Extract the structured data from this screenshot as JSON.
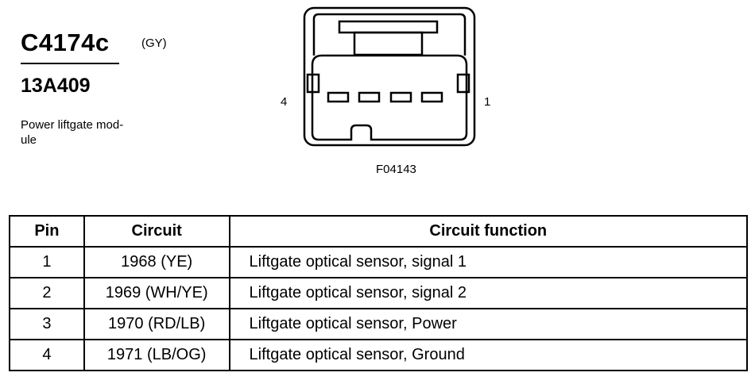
{
  "connector": {
    "id": "C4174c",
    "color": "(GY)",
    "base_part": "13A409",
    "description_lines": [
      "Power liftgate mod-",
      "ule"
    ],
    "pin_left_label": "4",
    "pin_right_label": "1",
    "figure_id": "F04143"
  },
  "table": {
    "headers": {
      "pin": "Pin",
      "circuit": "Circuit",
      "function": "Circuit function"
    },
    "rows": [
      {
        "pin": "1",
        "circuit": "1968 (YE)",
        "function": "Liftgate optical sensor, signal 1"
      },
      {
        "pin": "2",
        "circuit": "1969 (WH/YE)",
        "function": "Liftgate optical sensor, signal 2"
      },
      {
        "pin": "3",
        "circuit": "1970 (RD/LB)",
        "function": "Liftgate optical sensor, Power"
      },
      {
        "pin": "4",
        "circuit": "1971 (LB/OG)",
        "function": "Liftgate optical sensor, Ground"
      }
    ]
  }
}
